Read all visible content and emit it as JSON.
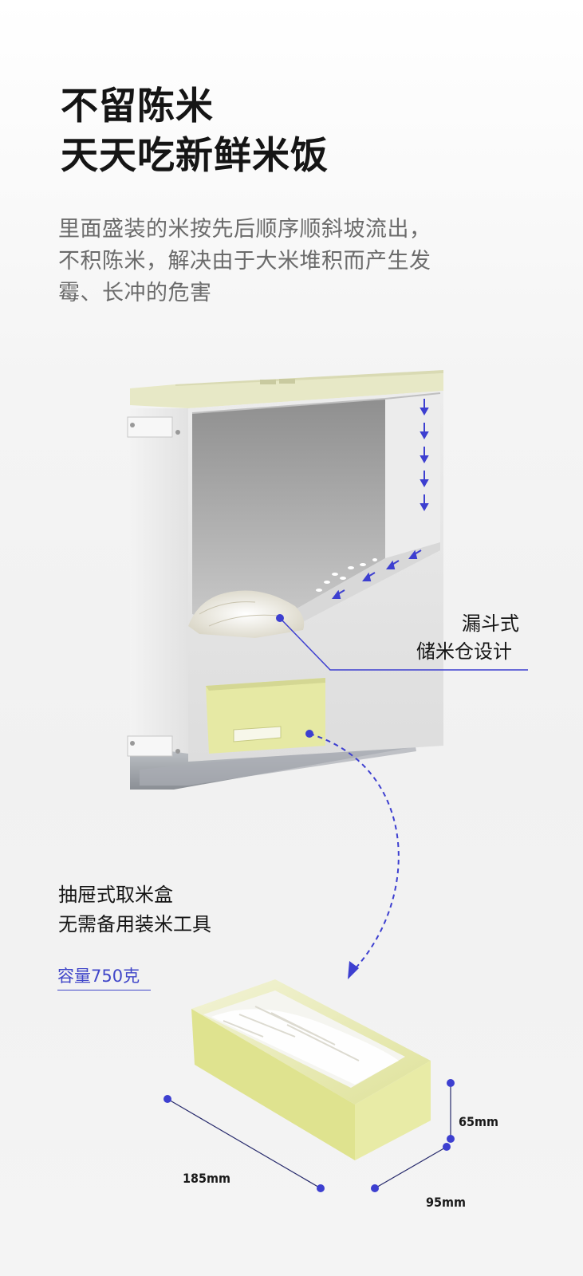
{
  "headline": {
    "line1": "不留陈米",
    "line2": "天天吃新鲜米饭"
  },
  "description": {
    "line1": "里面盛装的米按先后顺序顺斜坡流出，",
    "line2": "不积陈米，解决由于大米堆积而产生发",
    "line3": "霉、长冲的危害"
  },
  "callout_funnel": {
    "line1": "漏斗式",
    "line2": "储米仓设计"
  },
  "callout_drawer": {
    "line1": "抽屉式取米盒",
    "line2": "无需备用装米工具"
  },
  "capacity": "容量750克",
  "dimensions": {
    "length": "185mm",
    "width": "95mm",
    "height": "65mm"
  },
  "colors": {
    "accent_blue": "#3d3fd0",
    "lid_green": "#e6e8c4",
    "box_green": "#e9eca8"
  }
}
